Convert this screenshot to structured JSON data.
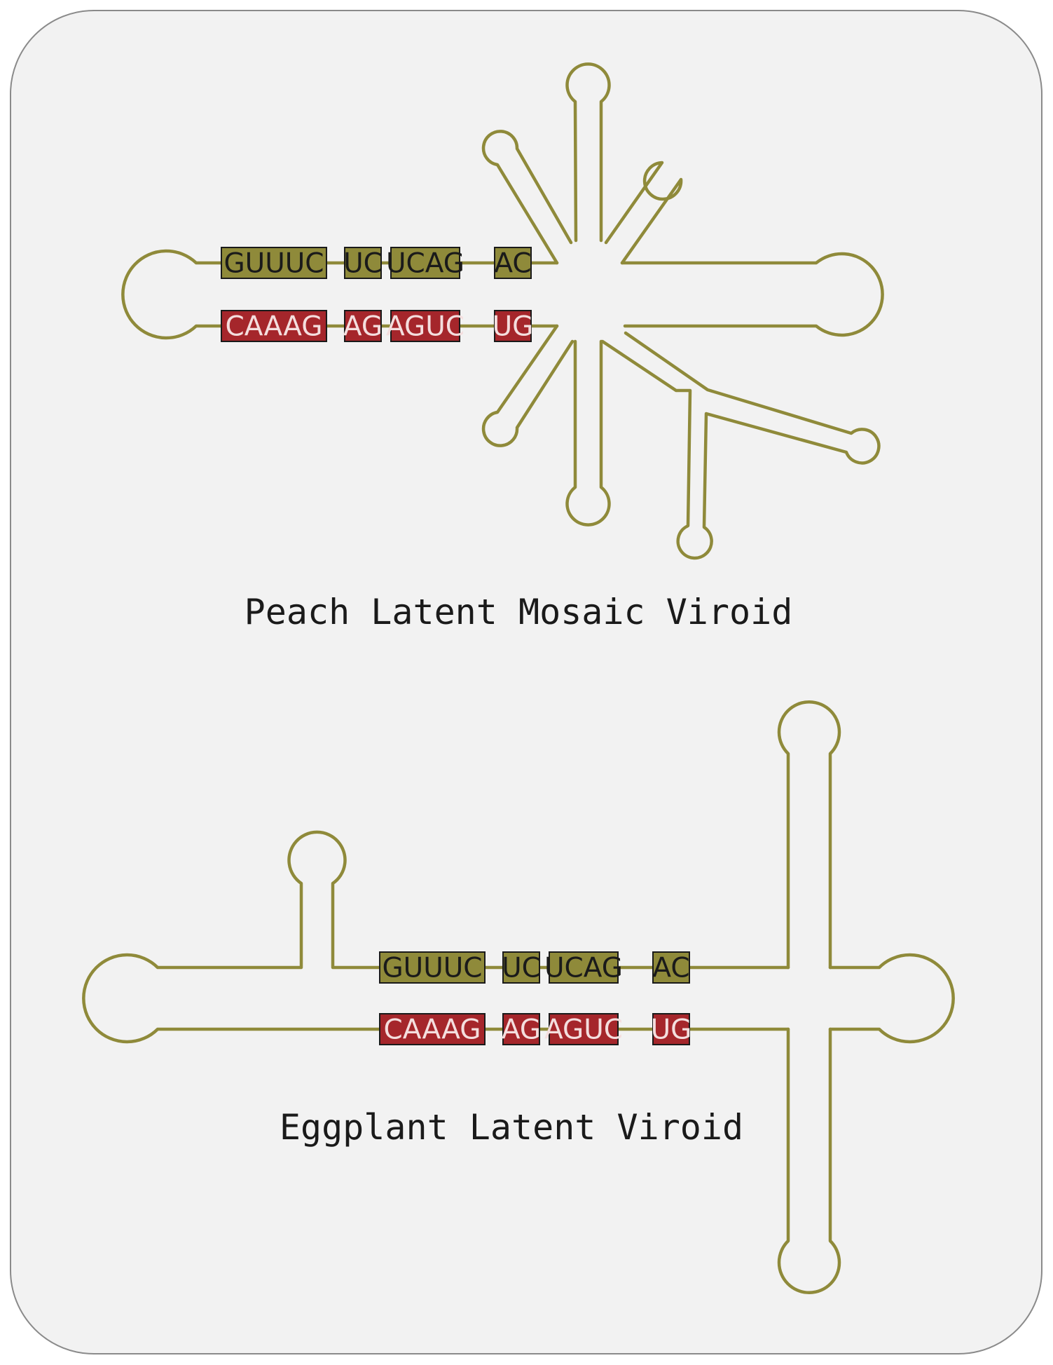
{
  "colors": {
    "background": "#f2f2f2",
    "border": "#8a8a8a",
    "strand": "#8f8a3a",
    "top_box": "#8f8a3a",
    "top_text": "#1a1a1a",
    "bottom_box": "#a5262b",
    "bottom_text": "#f4dede"
  },
  "viroids": [
    {
      "name": "Peach Latent Mosaic Viroid",
      "top_sequence": [
        "GUUUC",
        "UC",
        "UCAG",
        "AC"
      ],
      "bottom_sequence": [
        "CAAAG",
        "AG",
        "AGUC",
        "UG"
      ]
    },
    {
      "name": "Eggplant Latent Viroid",
      "top_sequence": [
        "GUUUC",
        "UC",
        "UCAG",
        "AC"
      ],
      "bottom_sequence": [
        "CAAAG",
        "AG",
        "AGUC",
        "UG"
      ]
    }
  ]
}
